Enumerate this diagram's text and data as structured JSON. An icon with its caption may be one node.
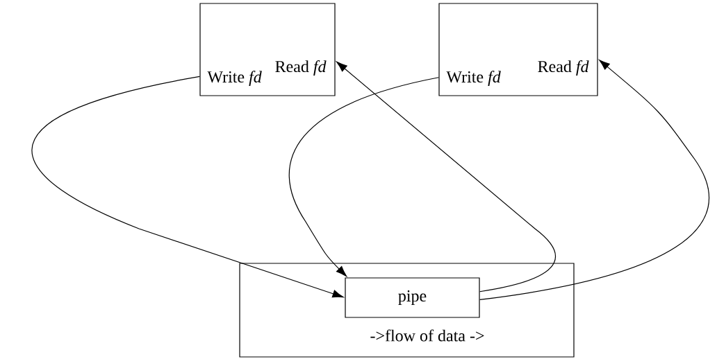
{
  "diagram": {
    "nodes": [
      {
        "text": [
          "Read *fd*",
          "Write *fd*"
        ]
      },
      {
        "text": [
          "Read *fd*",
          "Write *fd*"
        ]
      },
      {
        "text": [
          "->flow of data ->"
        ]
      },
      {
        "text": [
          "pipe"
        ],
        "in": 2
      }
    ],
    "edges": [
      {
        "from": 0,
        "to": 3,
        "arrow": "to"
      },
      {
        "from": 3,
        "to": 0,
        "arrow": "to"
      },
      {
        "from": 1,
        "to": 3,
        "arrow": "to"
      },
      {
        "from": 3,
        "to": 1,
        "arrow": "to"
      }
    ]
  }
}
